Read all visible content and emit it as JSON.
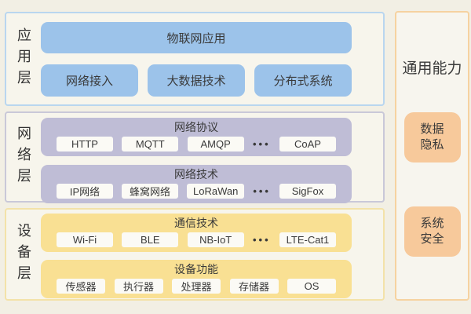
{
  "ellipsis": "•••",
  "colors": {
    "background": "#f2efe4",
    "application_blue": "#9cc3ea",
    "network_purple": "#bfbdd6",
    "device_yellow": "#f9e093",
    "capability_orange": "#f7c99b",
    "chip_white": "#fbfaf5"
  },
  "app": {
    "label": "应用层",
    "title": "物联网应用",
    "boxes": [
      "网络接入",
      "大数据技术",
      "分布式系统"
    ]
  },
  "network": {
    "label": "网络层",
    "protocol": {
      "title": "网络协议",
      "chips": [
        "HTTP",
        "MQTT",
        "AMQP",
        "CoAP"
      ]
    },
    "technology": {
      "title": "网络技术",
      "chips": [
        "IP网络",
        "蜂窝网络",
        "LoRaWan",
        "SigFox"
      ]
    }
  },
  "device": {
    "label": "设备层",
    "comm": {
      "title": "通信技术",
      "chips": [
        "Wi-Fi",
        "BLE",
        "NB-IoT",
        "LTE-Cat1"
      ]
    },
    "func": {
      "title": "设备功能",
      "chips": [
        "传感器",
        "执行器",
        "处理器",
        "存储器",
        "OS"
      ]
    }
  },
  "side": {
    "title": "通用能力",
    "items": [
      {
        "lines": [
          "数据",
          "隐私"
        ]
      },
      {
        "lines": [
          "系统",
          "安全"
        ]
      }
    ]
  }
}
